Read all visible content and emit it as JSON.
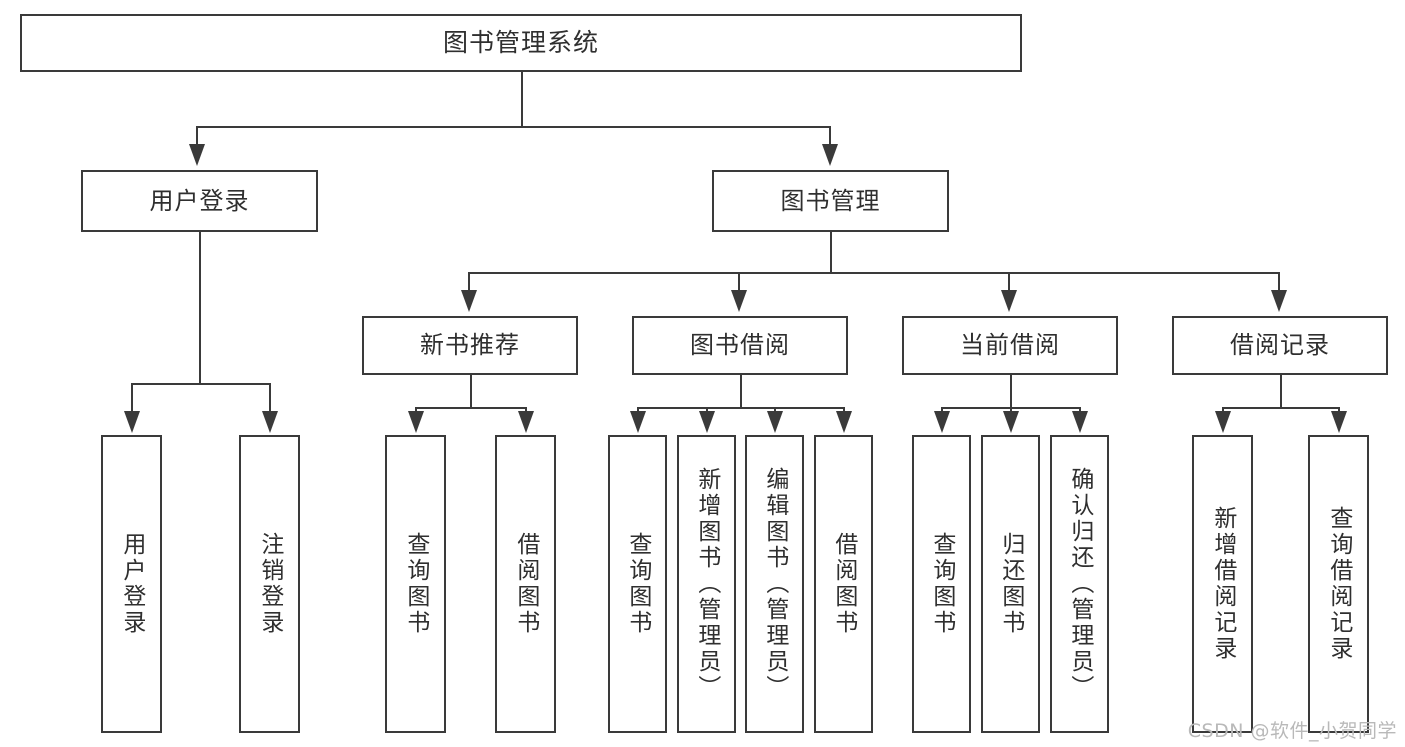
{
  "diagram": {
    "type": "tree",
    "title": "图书管理系统",
    "root": {
      "label": "图书管理系统"
    },
    "level2": [
      {
        "label": "用户登录"
      },
      {
        "label": "图书管理"
      }
    ],
    "level3": [
      {
        "label": "新书推荐"
      },
      {
        "label": "图书借阅"
      },
      {
        "label": "当前借阅"
      },
      {
        "label": "借阅记录"
      }
    ],
    "leaves": {
      "user_login": [
        {
          "label": "用户登录"
        },
        {
          "label": "注销登录"
        }
      ],
      "new_book_recommend": [
        {
          "label": "查询图书"
        },
        {
          "label": "借阅图书"
        }
      ],
      "book_borrow": [
        {
          "label": "查询图书"
        },
        {
          "label": "新增图书（管理员）"
        },
        {
          "label": "编辑图书（管理员）"
        },
        {
          "label": "借阅图书"
        }
      ],
      "current_borrow": [
        {
          "label": "查询图书"
        },
        {
          "label": "归还图书"
        },
        {
          "label": "确认归还（管理员）"
        }
      ],
      "borrow_record": [
        {
          "label": "新增借阅记录"
        },
        {
          "label": "查询借阅记录"
        }
      ]
    }
  },
  "watermark": {
    "text": "CSDN @软件_小贺同学"
  },
  "colors": {
    "stroke": "#3a3a3a",
    "background": "#ffffff",
    "text": "#2f2f2f",
    "watermark": "#b9b9b9"
  }
}
